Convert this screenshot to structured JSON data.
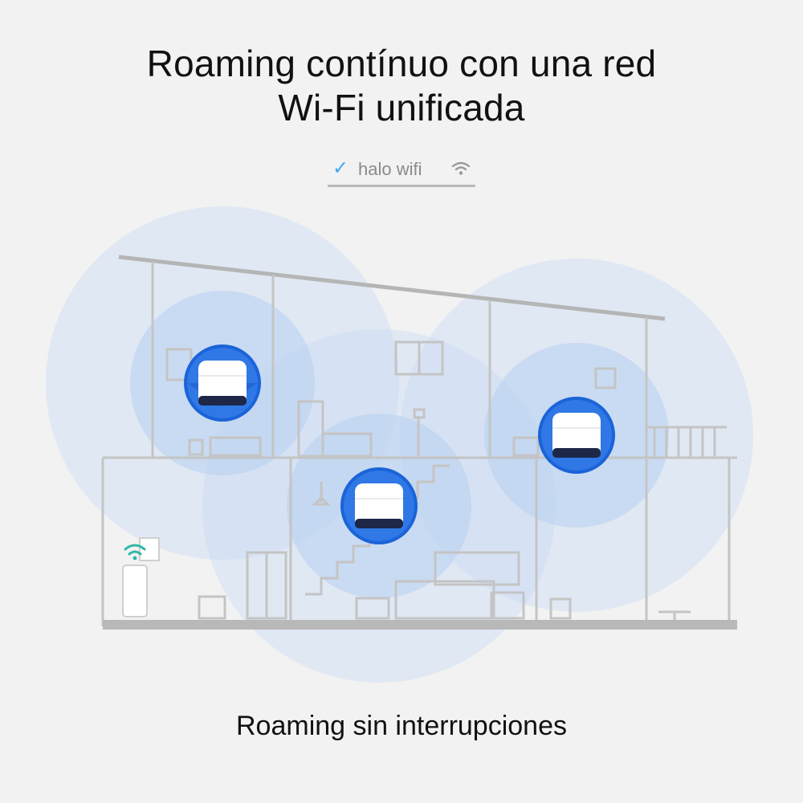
{
  "header": {
    "title_line1": "Roaming contínuo con una red",
    "title_line2": "Wi-Fi unificada"
  },
  "network": {
    "ssid": "halo wifi",
    "check_icon": "checkmark-icon",
    "signal_icon": "wifi-signal-icon",
    "accent_color": "#3fa9f5"
  },
  "scene": {
    "coverage_color": "#b9d2f2",
    "device_ring_color": "#1b63d8",
    "house_line_color": "#c4c4c4",
    "devices": [
      "mesh-unit-upper-left",
      "mesh-unit-upper-right",
      "mesh-unit-middle"
    ],
    "modem_icon": "modem-icon"
  },
  "footer": {
    "caption": "Roaming sin interrupciones"
  }
}
